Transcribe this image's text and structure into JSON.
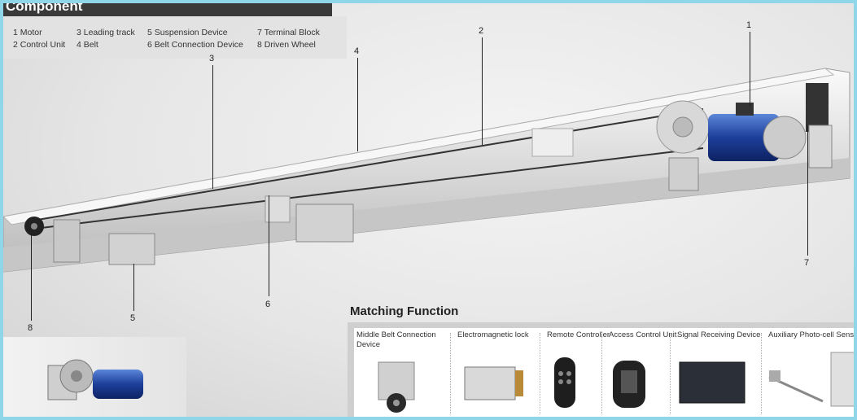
{
  "component": {
    "title": "Component",
    "items": [
      "1 Motor",
      "2 Control Unit",
      "3 Leading track",
      "4 Belt",
      "5 Suspension Device",
      "6 Belt Connection Device",
      "7  Terminal Block",
      "8 Driven Wheel"
    ]
  },
  "callouts": [
    "1",
    "2",
    "3",
    "4",
    "5",
    "6",
    "7",
    "8"
  ],
  "matching": {
    "title": "Matching Function",
    "items": [
      "Middle Belt Connection Device",
      "Electromagnetic lock",
      "Remote Controller",
      "Access Control Unit",
      "Signal Receiving Device",
      "Auxiliary Photo-cell Sensor"
    ]
  }
}
